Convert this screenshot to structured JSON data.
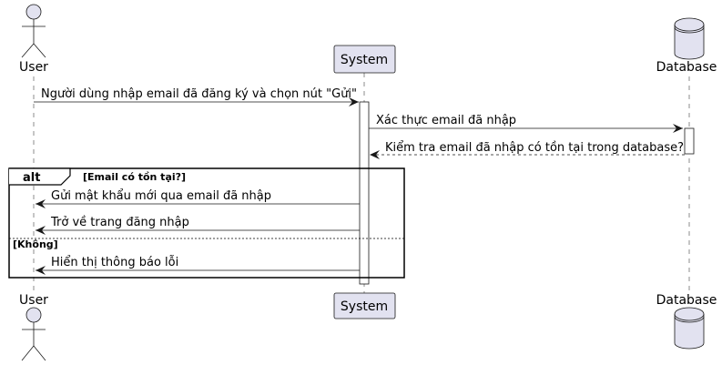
{
  "participants": {
    "user": "User",
    "system": "System",
    "database": "Database"
  },
  "messages": {
    "m1": "Người dùng nhập email đã đăng ký và chọn nút \"Gửi\"",
    "m2": "Xác thực email đã nhập",
    "m3": "Kiểm tra email đã nhập có tồn tại trong database?",
    "m4": "Gửi mật khẩu mới qua email đã nhập",
    "m5": "Trở về trang đăng nhập",
    "m6": "Hiển thị thông báo lỗi"
  },
  "alt_fragment": {
    "keyword": "alt",
    "condition": "[Email có tồn tại?]",
    "else_condition": "[Không]"
  },
  "colors": {
    "participant_fill": "#E2E2F0",
    "participant_stroke": "#181818",
    "lifeline": "#181818",
    "activation_fill": "#FFFFFF"
  }
}
